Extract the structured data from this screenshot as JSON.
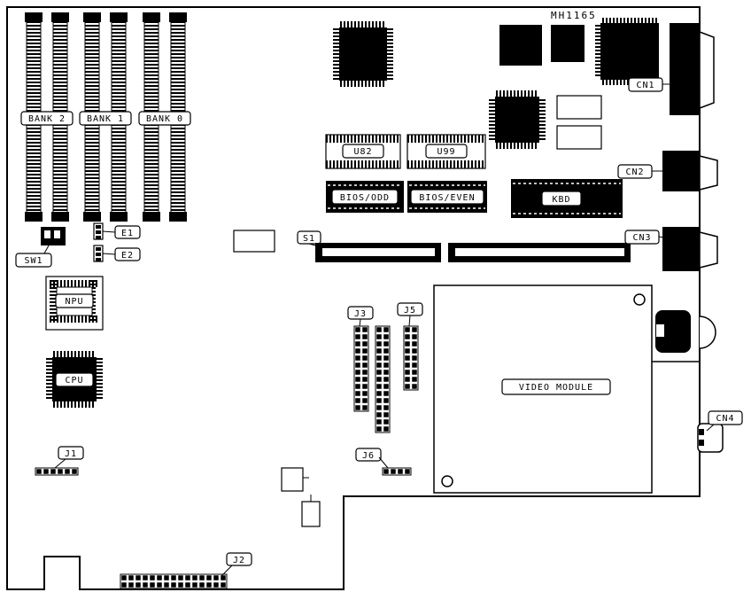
{
  "diagram": {
    "title": "MH1165",
    "memory": {
      "bank2": "BANK 2",
      "bank1": "BANK 1",
      "bank0": "BANK 0"
    },
    "chips": {
      "u82": "U82",
      "u99": "U99",
      "bios_odd": "BIOS/ODD",
      "bios_even": "BIOS/EVEN",
      "kbd": "KBD",
      "npu": "NPU",
      "cpu": "CPU",
      "video_module": "VIDEO MODULE"
    },
    "connectors": {
      "cn1": "CN1",
      "cn2": "CN2",
      "cn3": "CN3",
      "cn4": "CN4"
    },
    "headers": {
      "s1": "S1",
      "sw1": "SW1",
      "e1": "E1",
      "e2": "E2",
      "j1": "J1",
      "j2": "J2",
      "j3": "J3",
      "j5": "J5",
      "j6": "J6"
    }
  },
  "colors": {
    "ink": "#000000",
    "background": "#ffffff"
  }
}
